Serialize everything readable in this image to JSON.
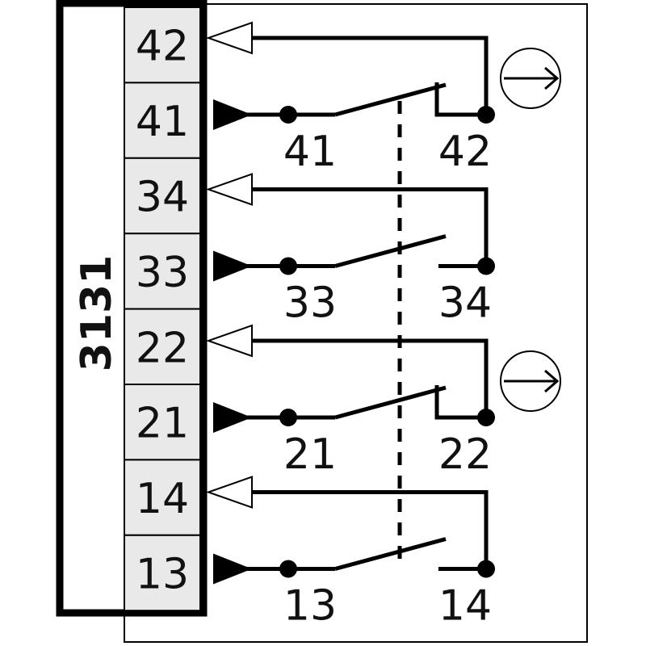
{
  "device_label": "3131",
  "terminals": [
    "42",
    "41",
    "34",
    "33",
    "22",
    "21",
    "14",
    "13"
  ],
  "contacts": [
    {
      "left": "41",
      "right": "42",
      "positive_opening": true
    },
    {
      "left": "33",
      "right": "34",
      "positive_opening": false
    },
    {
      "left": "21",
      "right": "22",
      "positive_opening": true
    },
    {
      "left": "13",
      "right": "14",
      "positive_opening": false
    }
  ],
  "colors": {
    "line": "#000000",
    "terminal_fill": "#e9e9e9",
    "background": "#ffffff"
  },
  "icons": {
    "positive_opening": "arrow-in-circle-icon",
    "input": "filled-triangle-icon",
    "output": "hollow-triangle-icon"
  }
}
